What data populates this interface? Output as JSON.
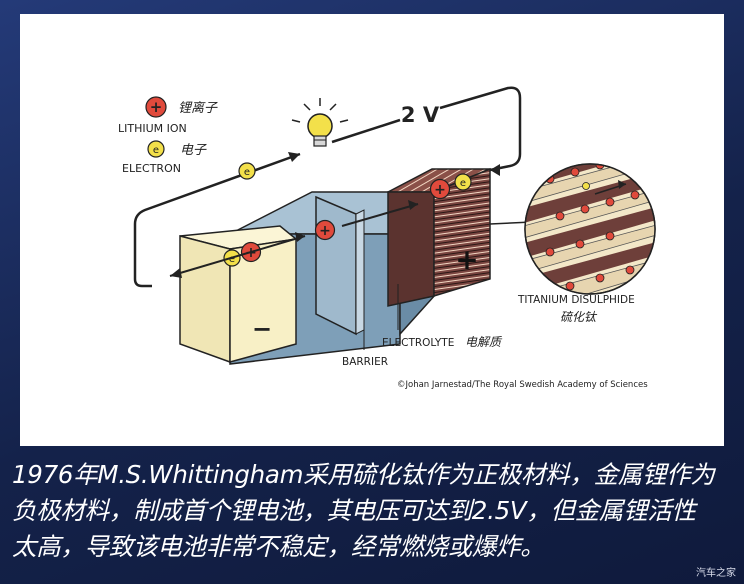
{
  "legend": {
    "lithium_ion_cn": "锂离子",
    "lithium_ion_en": "LITHIUM ION",
    "electron_cn": "电子",
    "electron_en": "ELECTRON"
  },
  "symbols": {
    "ion": "+",
    "electron": "e",
    "negative": "−",
    "positive": "+"
  },
  "voltage": "2 V",
  "labels": {
    "titanium_en": "TITANIUM DISULPHIDE",
    "titanium_cn": "硫化钛",
    "electrolyte_en": "ELECTROLYTE",
    "electrolyte_cn": "电解质",
    "barrier": "BARRIER"
  },
  "credit": "©Johan Jarnestad/The Royal Swedish Academy of Sciences",
  "caption": {
    "line1": "1976年M.S.Whittingham采用硫化钛作为正极材料，金属锂作为",
    "line2": "负极材料，制成首个锂电池，其电压可达到2.5V，但金属锂活性",
    "line3": "太高，导致该电池非常不稳定，经常燃烧或爆炸。"
  },
  "watermark": "汽车之家",
  "colors": {
    "ion_red": "#e04a3c",
    "electron_yellow": "#f3e04a",
    "anode_cream": "#f8f0c6",
    "electrolyte_blue": "#7e9fb8",
    "cathode_brown": "#6e3f3a"
  }
}
